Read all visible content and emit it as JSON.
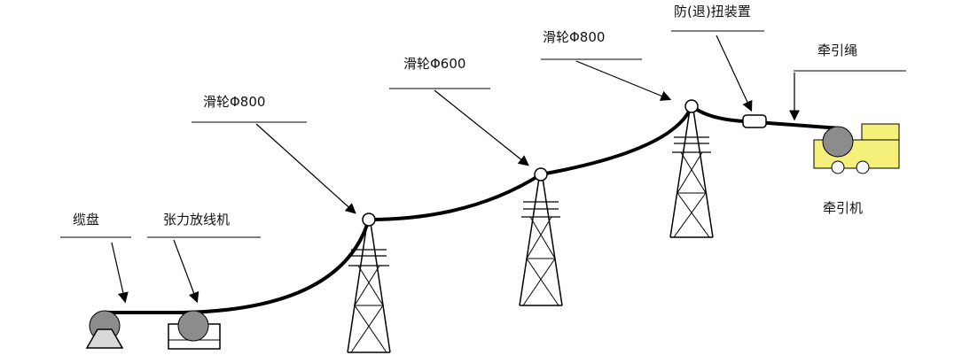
{
  "labels": {
    "cable_drum": "缆盘",
    "tensioner": "张力放线机",
    "pulley_1": "滑轮Φ800",
    "pulley_2": "滑轮Φ600",
    "pulley_3": "滑轮Φ800",
    "anti_twist": "防(退)扭装置",
    "traction_rope": "牵引绳",
    "puller": "牵引机"
  },
  "colors": {
    "line": "#000000",
    "drum_fill": "#8c8c8c",
    "puller_body": "#f5f07a",
    "wheel_fill": "#f7f7f7"
  }
}
